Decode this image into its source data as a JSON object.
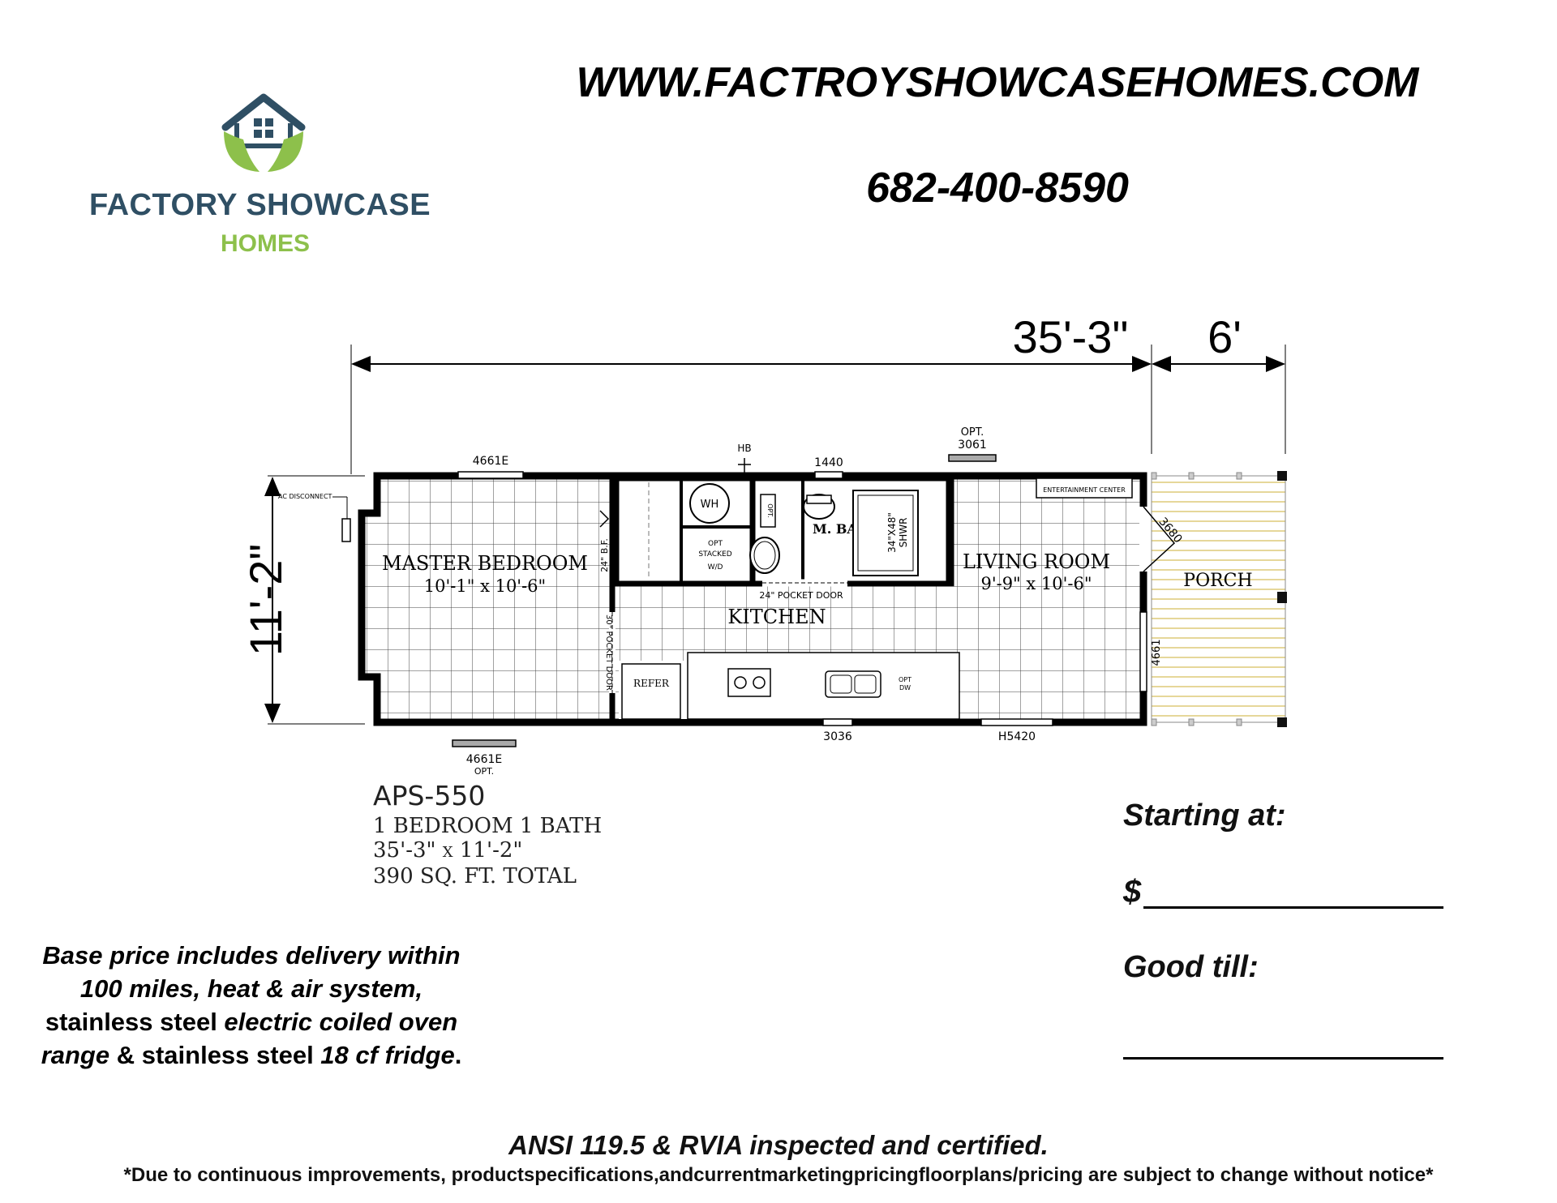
{
  "header": {
    "website": "WWW.FACTROYSHOWCASEHOMES.COM",
    "phone": "682-400-8590"
  },
  "logo": {
    "line1": "FACTORY SHOWCASE",
    "line2": "HOMES",
    "colors": {
      "navy": "#2f4f64",
      "green": "#8dc04b"
    }
  },
  "floorplan": {
    "dimensions": {
      "length": "35'-3\"",
      "porch": "6'",
      "width": "11'-2\""
    },
    "labels": {
      "ac_disconnect": "AC DISCONNECT",
      "top_window_left": "4661E",
      "hb": "HB",
      "top_window_mid": "1440",
      "opt_top": "OPT.",
      "top_window_opt": "3061",
      "wh": "WH",
      "opt_small": "OPT.",
      "opt_stacked_1": "OPT",
      "opt_stacked_2": "STACKED",
      "opt_stacked_3": "W/D",
      "bf": "24\" B.F.",
      "m_bath": "M. BATH",
      "shower": "34\"X48\"",
      "shower2": "SHWR",
      "entertainment": "ENTERTAINMENT CENTER",
      "door_3680": "3680",
      "master_bedroom": "MASTER BEDROOM",
      "master_dims": "10'-1\" x 10'-6\"",
      "living_room": "LIVING ROOM",
      "living_dims": "9'-9\" x 10'-6\"",
      "porch": "PORCH",
      "pocket_door": "24\" POCKET DOOR",
      "pocket_door_vertical": "30\" POCKET DOOR",
      "kitchen": "KITCHEN",
      "refer": "REFER",
      "opt_dw_1": "OPT",
      "opt_dw_2": "DW",
      "side_window": "4661",
      "bottom_window_mid": "3036",
      "bottom_window_right": "H5420",
      "bottom_window_left": "4661E",
      "bottom_opt": "OPT."
    }
  },
  "model": {
    "name": "APS-550",
    "beds_baths": "1 BEDROOM 1 BATH",
    "size": "35'-3\" x 11'-2\"",
    "sqft": "390 SQ. FT. TOTAL"
  },
  "base_price": {
    "part1": "Base price includes delivery within 100 miles, heat & air system,",
    "part2": " stainless steel ",
    "part3": "electric coiled oven range",
    "part4": " & stainless steel ",
    "part5": "18 cf fridge",
    "part6": "."
  },
  "pricing": {
    "starting_label": "Starting at:",
    "dollar": "$",
    "good_till_label": "Good till:"
  },
  "footer": {
    "certification": "ANSI 119.5 & RVIA inspected and certified.",
    "disclaimer": "*Due to continuous improvements, productspecifications,andcurrentmarketingpricingfloorplans/pricing are subject to change without notice*"
  }
}
